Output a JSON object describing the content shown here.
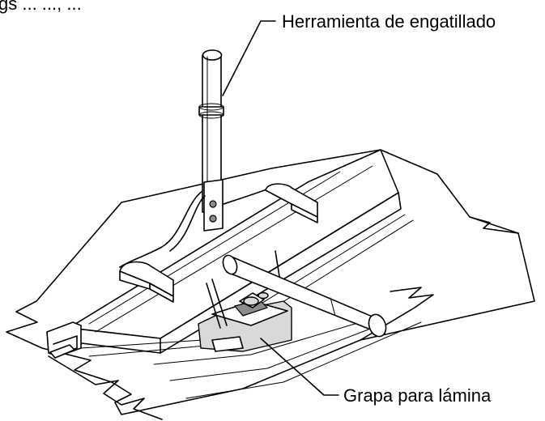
{
  "labels": {
    "seaming_tool": "Herramienta de engatillado",
    "panel_clip": "Grapa para lámina",
    "cropped_top_text": "gs ... ..., ..."
  },
  "colors": {
    "line": "#000000",
    "background": "#ffffff",
    "shade": "#d9d9d9"
  },
  "icons": [
    "seaming-tool-drawing",
    "standing-seam-panel-drawing",
    "panel-clip-drawing"
  ]
}
